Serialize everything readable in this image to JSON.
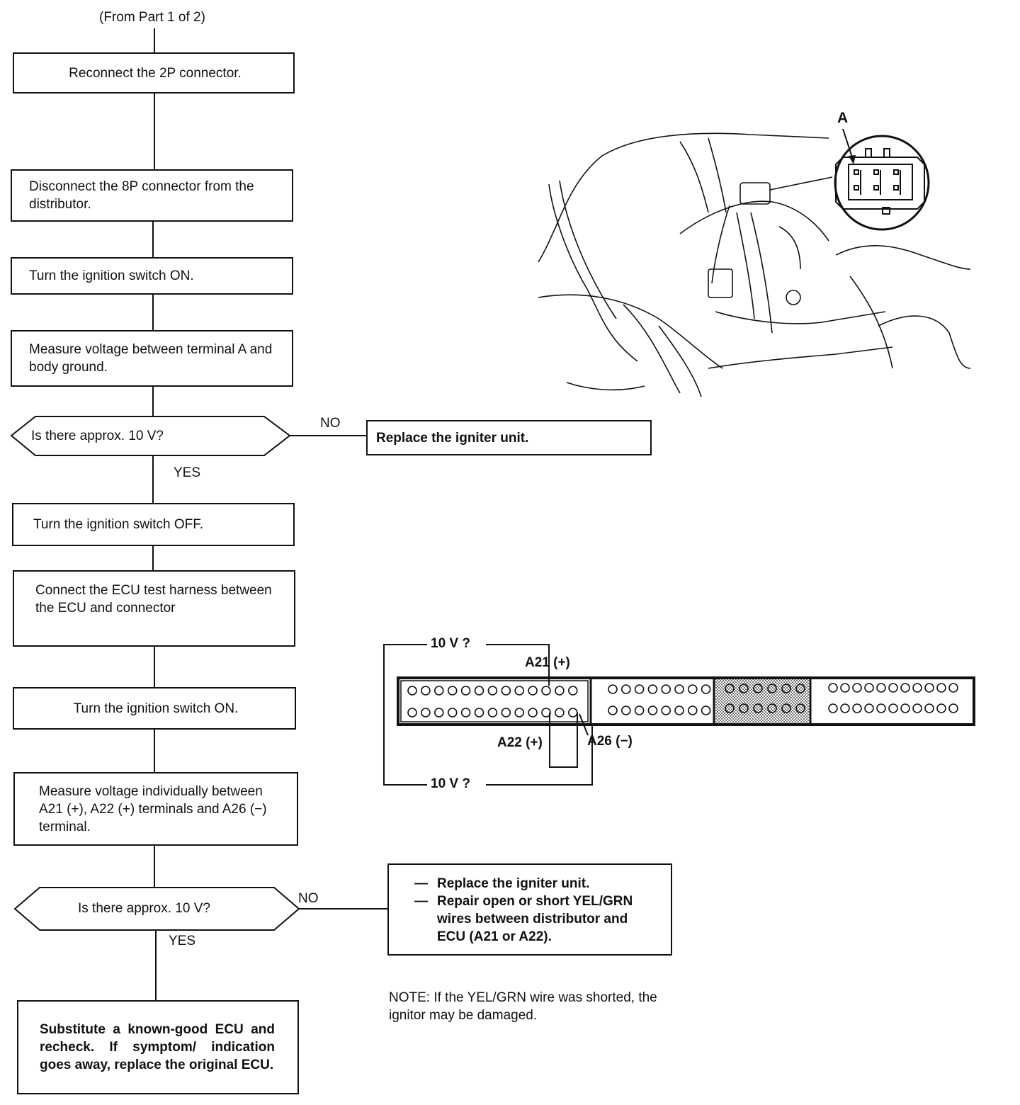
{
  "header": {
    "from_part": "(From Part 1 of 2)"
  },
  "steps": {
    "reconnect_2p": "Reconnect the 2P connector.",
    "disconnect_8p": "Disconnect the 8P connector from the distributor.",
    "ign_on_1": "Turn the ignition switch ON.",
    "measure_a": "Measure voltage between terminal A and body ground.",
    "decision_1": "Is there approx. 10 V?",
    "replace_igniter_1": "Replace the igniter unit.",
    "ign_off": "Turn the ignition switch OFF.",
    "connect_harness": "Connect the ECU test harness between the ECU and connector",
    "ign_on_2": "Turn the ignition switch ON.",
    "measure_a21": "Measure voltage individually between A21 (+), A22 (+) terminals and A26 (−) terminal.",
    "decision_2": "Is there approx. 10 V?",
    "substitute": "Substitute a known-good ECU and recheck. If symptom/ indication goes away, replace the original ECU."
  },
  "labels": {
    "no_1": "NO",
    "yes_1": "YES",
    "no_2": "NO",
    "yes_2": "YES"
  },
  "repair_list": [
    "Replace the igniter unit.",
    "Repair open or short YEL/GRN wires between distributor and ECU (A21 or A22)."
  ],
  "note": "NOTE: If the YEL/GRN wire was shorted, the ignitor may be damaged.",
  "connector_diagram": {
    "label_a": "A",
    "volt_top": "10 V ?",
    "volt_bottom": "10 V ?",
    "a21": "A21 (+)",
    "a22": "A22 (+)",
    "a26": "A26 (−)"
  }
}
